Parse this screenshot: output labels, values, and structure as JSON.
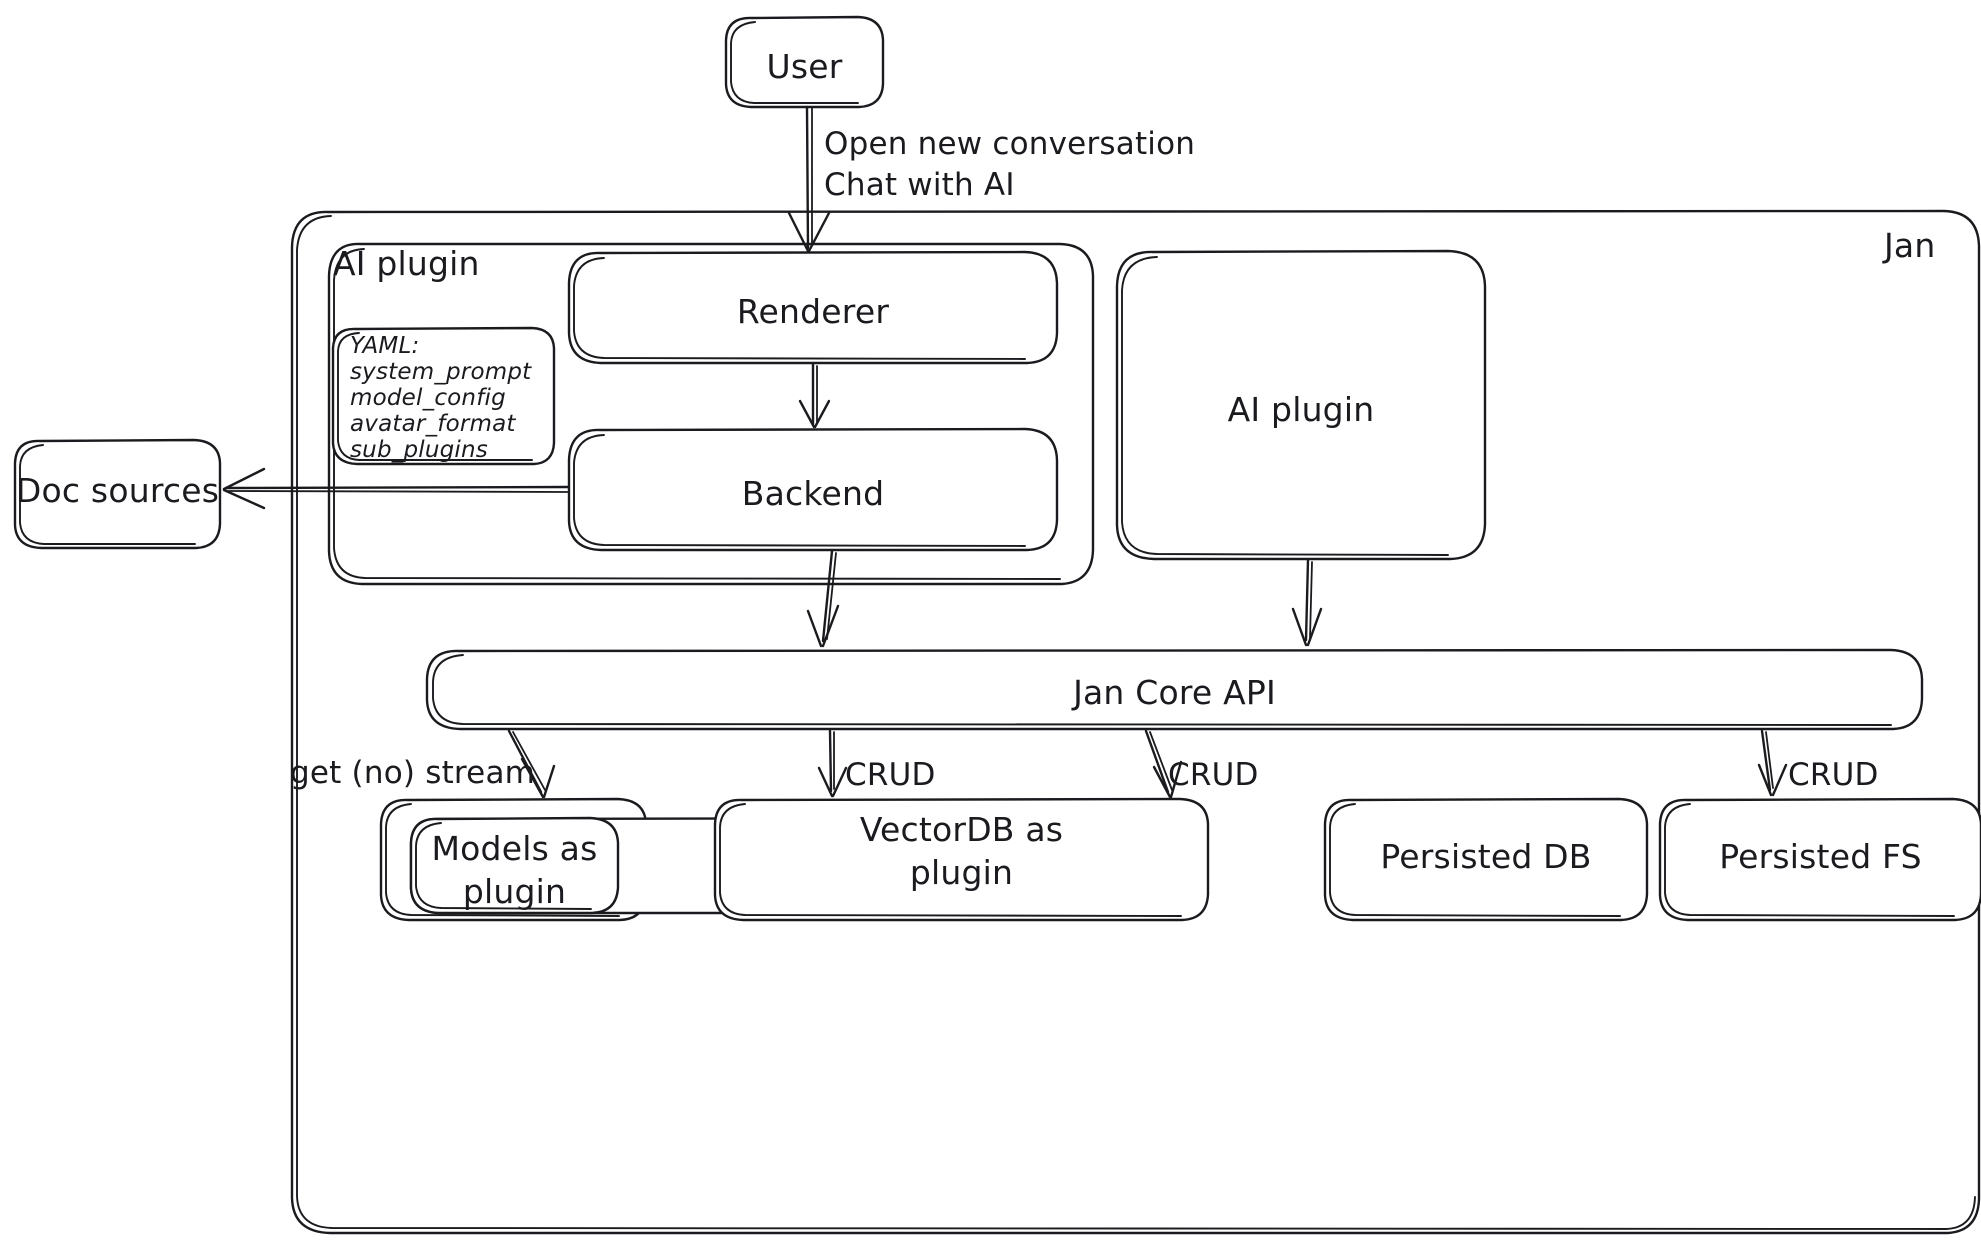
{
  "diagram": {
    "title_label": "Jan",
    "style": "hand-drawn architecture diagram",
    "stroke_color": "#1b1b1f",
    "background_color": "#ffffff"
  },
  "groups": {
    "jan": {
      "label": "Jan"
    },
    "ai_plugin_group": {
      "label": "AI plugin"
    }
  },
  "nodes": {
    "user": {
      "label": "User"
    },
    "renderer": {
      "label": "Renderer"
    },
    "backend": {
      "label": "Backend"
    },
    "ai_plugin": {
      "label": "AI plugin"
    },
    "doc_sources": {
      "label": "Doc sources"
    },
    "jan_core_api": {
      "label": "Jan Core API"
    },
    "models_plugin": {
      "label": "Models as\nplugin"
    },
    "vectordb_plugin": {
      "label": "VectorDB as\nplugin"
    },
    "persisted_db": {
      "label": "Persisted DB"
    },
    "persisted_fs": {
      "label": "Persisted FS"
    }
  },
  "yaml_box": {
    "lines": [
      "YAML:",
      "system_prompt",
      "model_config",
      "avatar_format",
      "sub_plugins"
    ]
  },
  "edges": [
    {
      "id": "user-to-renderer",
      "from": "user",
      "to": "renderer",
      "label": "Open new conversation\nChat with AI"
    },
    {
      "id": "renderer-to-backend",
      "from": "renderer",
      "to": "backend",
      "label": ""
    },
    {
      "id": "backend-to-doc-sources",
      "from": "backend",
      "to": "doc_sources",
      "label": ""
    },
    {
      "id": "backend-to-core-api",
      "from": "backend",
      "to": "jan_core_api",
      "label": ""
    },
    {
      "id": "ai-plugin-to-core-api",
      "from": "ai_plugin",
      "to": "jan_core_api",
      "label": ""
    },
    {
      "id": "core-api-to-models",
      "from": "jan_core_api",
      "to": "models_plugin",
      "label": "get (no) stream"
    },
    {
      "id": "core-api-to-vectordb",
      "from": "jan_core_api",
      "to": "vectordb_plugin",
      "label": "CRUD"
    },
    {
      "id": "core-api-to-persisted-db",
      "from": "jan_core_api",
      "to": "persisted_db",
      "label": "CRUD"
    },
    {
      "id": "core-api-to-persisted-fs",
      "from": "jan_core_api",
      "to": "persisted_fs",
      "label": "CRUD"
    }
  ],
  "edge_labels": {
    "user_flow_line1": "Open new conversation",
    "user_flow_line2": "Chat with AI",
    "get_no_stream": "get (no) stream",
    "crud_vectordb": "CRUD",
    "crud_persisted_db": "CRUD",
    "crud_persisted_fs": "CRUD"
  }
}
